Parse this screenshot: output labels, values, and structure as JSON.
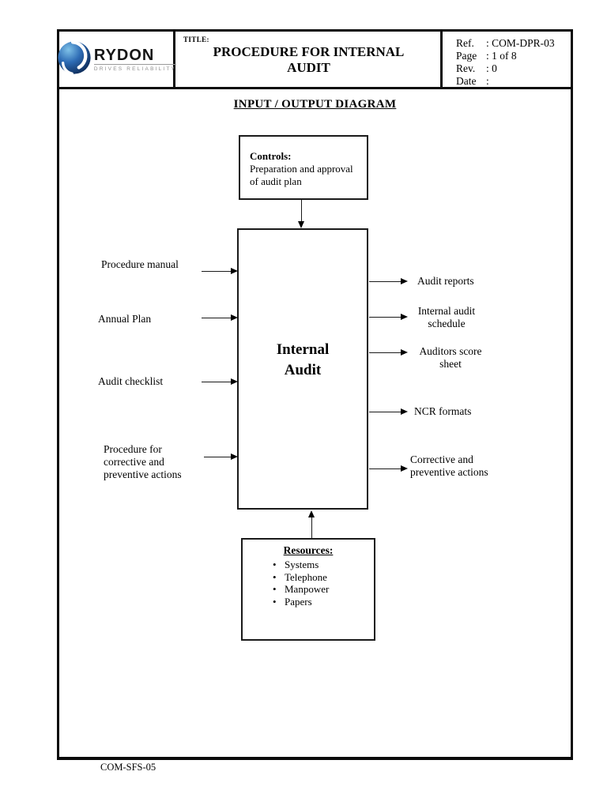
{
  "header": {
    "logo": {
      "brand": "RYDON",
      "tagline": "DRIVES RELIABILITY"
    },
    "title_label": "TITLE:",
    "title": "PROCEDURE FOR INTERNAL AUDIT",
    "meta": [
      {
        "label": "Ref.",
        "value": ": COM-DPR-03"
      },
      {
        "label": "Page",
        "value": ": 1 of 8"
      },
      {
        "label": "Rev.",
        "value": ": 0"
      },
      {
        "label": "Date",
        "value": ":"
      }
    ]
  },
  "diagram": {
    "title": "INPUT / OUTPUT DIAGRAM",
    "controls": {
      "heading": "Controls:",
      "text": "Preparation and approval of audit plan"
    },
    "process": "Internal Audit",
    "inputs": [
      "Procedure manual",
      "Annual Plan",
      "Audit checklist",
      "Procedure for\ncorrective and\npreventive actions"
    ],
    "outputs": [
      "Audit reports",
      "Internal audit\nschedule",
      "Auditors score\nsheet",
      "NCR formats",
      "Corrective and\npreventive actions"
    ],
    "resources": {
      "heading": "Resources:",
      "items": [
        "Systems",
        "Telephone",
        "Manpower",
        "Papers"
      ]
    }
  },
  "footer": {
    "doc_code": "COM-SFS-05"
  },
  "colors": {
    "logo_ball_light": "#6fb6e2",
    "logo_ball_dark": "#0a2550",
    "ink": "#000000"
  }
}
